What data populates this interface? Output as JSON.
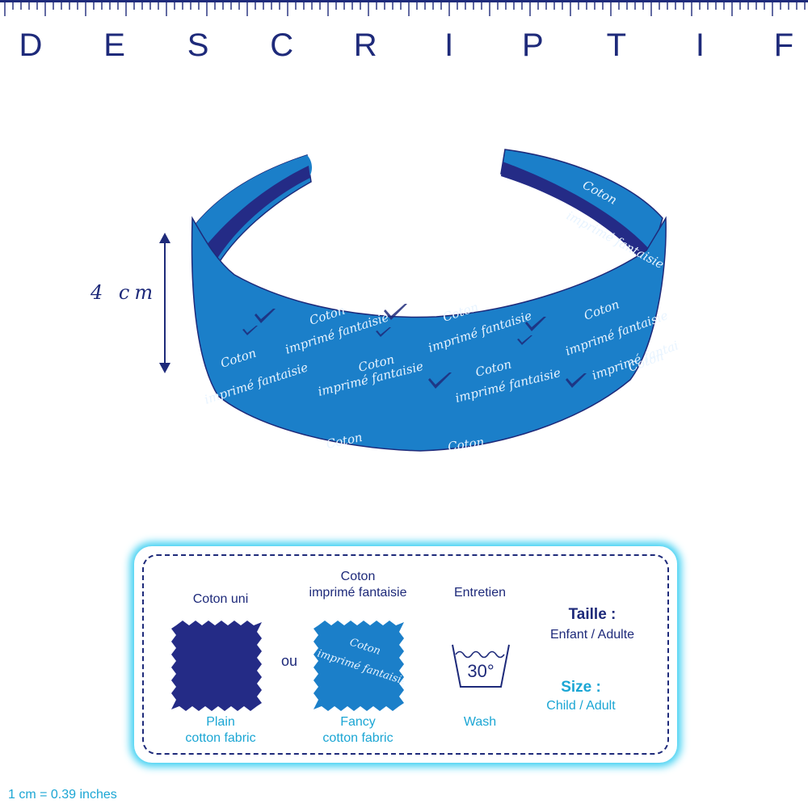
{
  "header": {
    "title_letters": [
      "D",
      "E",
      "S",
      "C",
      "R",
      "I",
      "P",
      "T",
      "I",
      "F"
    ]
  },
  "product": {
    "measure_label": "4 cm",
    "print_text_line1": "Coton",
    "print_text_line2": "imprimé fantaisie"
  },
  "info": {
    "plain": {
      "fr_label": "Coton  uni",
      "en_label": "Plain\ncotton fabric"
    },
    "separator": "ou",
    "fancy": {
      "fr_label": "Coton\nimprimé fantaisie",
      "en_label": "Fancy\ncotton fabric",
      "print_line1": "Coton",
      "print_line2": "imprimé fantaisie"
    },
    "care": {
      "fr_label": "Entretien",
      "wash_temp": "30°",
      "en_label": "Wash"
    },
    "size_fr": {
      "heading": "Taille  :",
      "value": "Enfant / Adulte"
    },
    "size_en": {
      "heading": "Size  :",
      "value": "Child / Adult"
    }
  },
  "footer": {
    "conversion": "1 cm = 0.39 inches"
  },
  "colors": {
    "navy": "#1e2a7a",
    "band_blue": "#1b7fc9",
    "cyan": "#1ba6d4",
    "glow": "#3fd0f2"
  },
  "icons": {
    "wash": "wash-basin-icon",
    "measure": "double-arrow-icon"
  }
}
